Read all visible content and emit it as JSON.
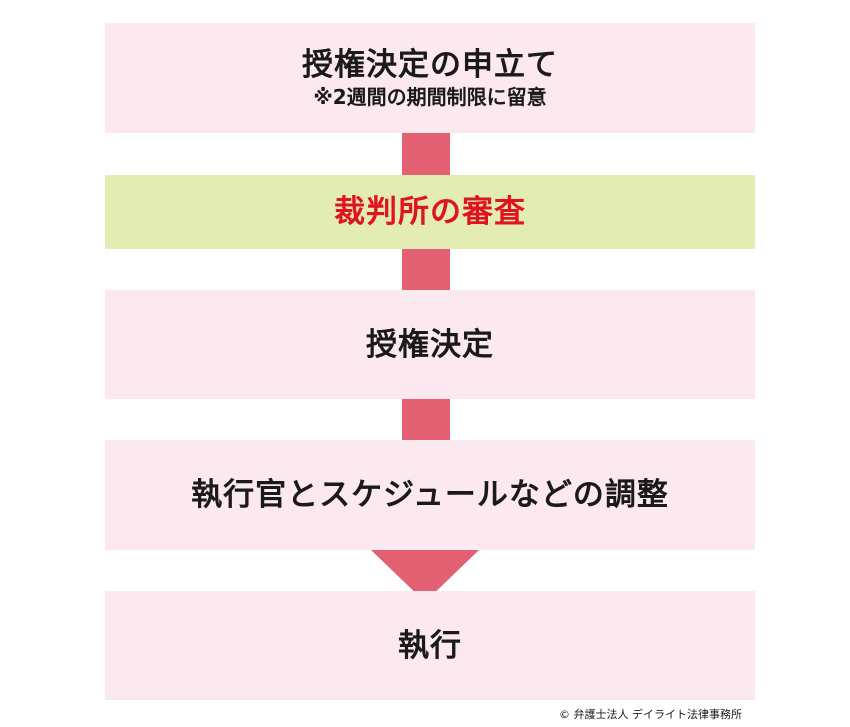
{
  "steps": [
    {
      "title": "授権決定の申立て",
      "note": "※2週間の期間制限に留意"
    },
    {
      "title": "裁判所の審査"
    },
    {
      "title": "授権決定"
    },
    {
      "title": "執行官とスケジュールなどの調整"
    },
    {
      "title": "執行"
    }
  ],
  "copyright": "© 弁護士法人 デイライト法律事務所",
  "colors": {
    "box_background": "#fbe9ef",
    "review_background": "#e3ecb2",
    "review_text": "#e0141e",
    "connector": "#e35f72"
  }
}
